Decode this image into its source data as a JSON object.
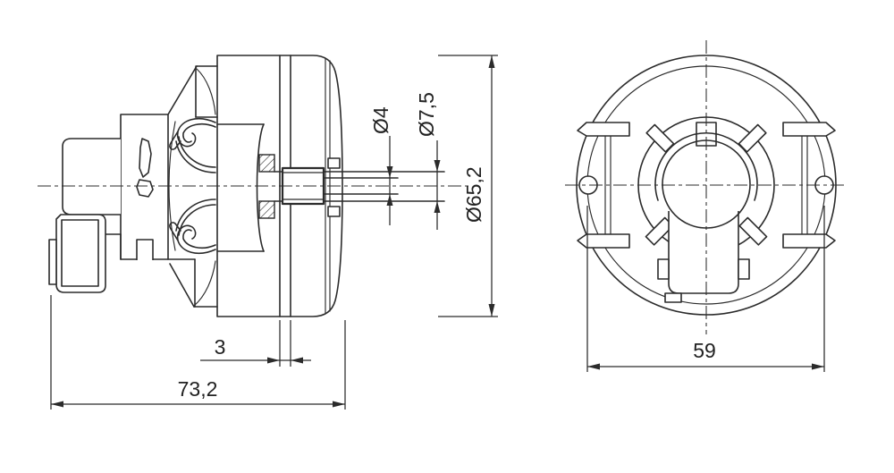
{
  "page": {
    "background": "#ffffff",
    "line_color": "#2b2b2b",
    "text_color": "#222222"
  },
  "drawing": {
    "description": "Two-view technical line drawing of a cylindrical motor / switch assembly with connector plug, shaft and mounting socket",
    "side_view": {
      "label": "side-view",
      "dims": {
        "shaft_tip_dia": "Ø4",
        "shaft_dia": "Ø7,5",
        "body_dia": "Ø65,2",
        "flange_width": "3",
        "overall_length": "73,2"
      }
    },
    "front_view": {
      "label": "front-view",
      "dims": {
        "mounting_hole_spacing": "59"
      }
    }
  }
}
